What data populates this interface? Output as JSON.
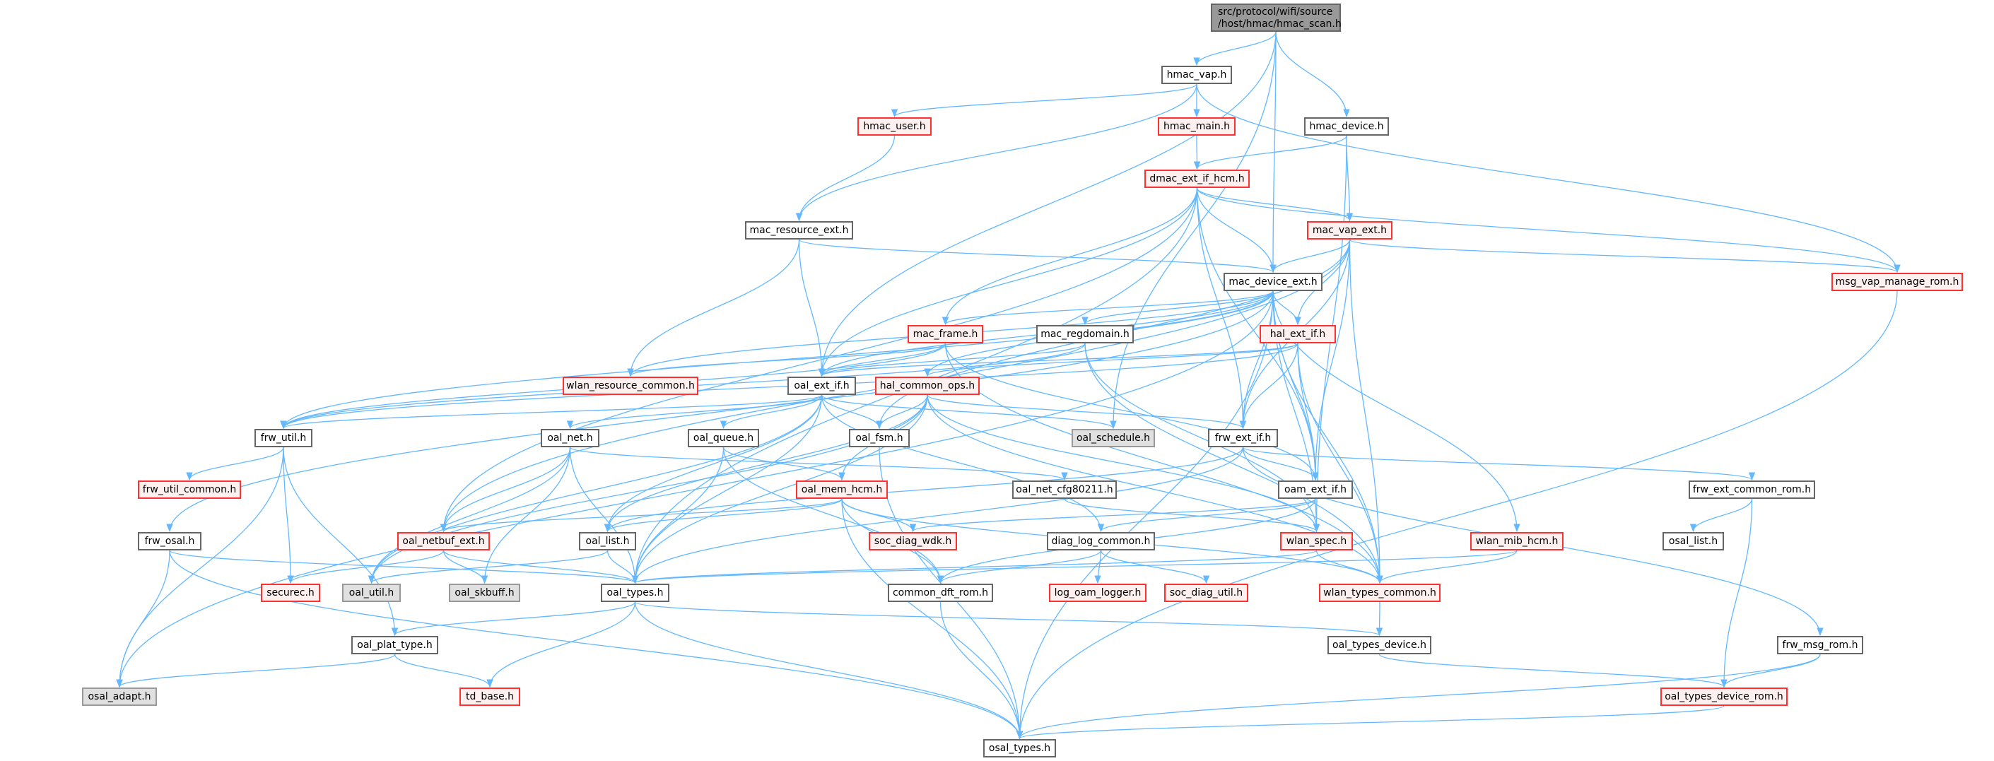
{
  "graph": {
    "colors": {
      "edge": "#63b8ff",
      "red_border": "#ff3030",
      "red_fill": "#fff0f0",
      "gray_fill": "#e0e0e0",
      "root_fill": "#999999",
      "border": "#666666"
    },
    "root": {
      "line1": "src/protocol/wifi/source",
      "line2": "/host/hmac/hmac_scan.h"
    },
    "nodes": [
      {
        "id": "hmac_vap",
        "label": "hmac_vap.h",
        "style": "normal"
      },
      {
        "id": "hmac_user",
        "label": "hmac_user.h",
        "style": "red"
      },
      {
        "id": "hmac_main",
        "label": "hmac_main.h",
        "style": "red"
      },
      {
        "id": "hmac_device",
        "label": "hmac_device.h",
        "style": "normal"
      },
      {
        "id": "dmac_ext_if_hcm",
        "label": "dmac_ext_if_hcm.h",
        "style": "red"
      },
      {
        "id": "mac_resource_ext",
        "label": "mac_resource_ext.h",
        "style": "normal"
      },
      {
        "id": "mac_vap_ext",
        "label": "mac_vap_ext.h",
        "style": "red"
      },
      {
        "id": "msg_vap_manage_rom",
        "label": "msg_vap_manage_rom.h",
        "style": "red"
      },
      {
        "id": "mac_device_ext",
        "label": "mac_device_ext.h",
        "style": "normal"
      },
      {
        "id": "mac_frame",
        "label": "mac_frame.h",
        "style": "red"
      },
      {
        "id": "mac_regdomain",
        "label": "mac_regdomain.h",
        "style": "normal"
      },
      {
        "id": "hal_ext_if",
        "label": "hal_ext_if.h",
        "style": "red"
      },
      {
        "id": "wlan_resource_common",
        "label": "wlan_resource_common.h",
        "style": "red"
      },
      {
        "id": "oal_ext_if",
        "label": "oal_ext_if.h",
        "style": "normal"
      },
      {
        "id": "hal_common_ops",
        "label": "hal_common_ops.h",
        "style": "red"
      },
      {
        "id": "frw_util",
        "label": "frw_util.h",
        "style": "normal"
      },
      {
        "id": "oal_net",
        "label": "oal_net.h",
        "style": "normal"
      },
      {
        "id": "oal_queue",
        "label": "oal_queue.h",
        "style": "normal"
      },
      {
        "id": "oal_fsm",
        "label": "oal_fsm.h",
        "style": "normal"
      },
      {
        "id": "oal_schedule",
        "label": "oal_schedule.h",
        "style": "gray"
      },
      {
        "id": "frw_ext_if",
        "label": "frw_ext_if.h",
        "style": "normal"
      },
      {
        "id": "frw_util_common",
        "label": "frw_util_common.h",
        "style": "red"
      },
      {
        "id": "oal_mem_hcm",
        "label": "oal_mem_hcm.h",
        "style": "red"
      },
      {
        "id": "oal_net_cfg80211",
        "label": "oal_net_cfg80211.h",
        "style": "normal"
      },
      {
        "id": "oam_ext_if",
        "label": "oam_ext_if.h",
        "style": "normal"
      },
      {
        "id": "frw_ext_common_rom",
        "label": "frw_ext_common_rom.h",
        "style": "normal"
      },
      {
        "id": "frw_osal",
        "label": "frw_osal.h",
        "style": "normal"
      },
      {
        "id": "oal_netbuf_ext",
        "label": "oal_netbuf_ext.h",
        "style": "red"
      },
      {
        "id": "oal_list",
        "label": "oal_list.h",
        "style": "normal"
      },
      {
        "id": "soc_diag_wdk",
        "label": "soc_diag_wdk.h",
        "style": "red"
      },
      {
        "id": "diag_log_common",
        "label": "diag_log_common.h",
        "style": "normal"
      },
      {
        "id": "wlan_spec",
        "label": "wlan_spec.h",
        "style": "red"
      },
      {
        "id": "wlan_mib_hcm",
        "label": "wlan_mib_hcm.h",
        "style": "red"
      },
      {
        "id": "osal_list",
        "label": "osal_list.h",
        "style": "normal"
      },
      {
        "id": "securec",
        "label": "securec.h",
        "style": "red"
      },
      {
        "id": "oal_util",
        "label": "oal_util.h",
        "style": "gray"
      },
      {
        "id": "oal_skbuff",
        "label": "oal_skbuff.h",
        "style": "gray"
      },
      {
        "id": "oal_types",
        "label": "oal_types.h",
        "style": "normal"
      },
      {
        "id": "common_dft_rom",
        "label": "common_dft_rom.h",
        "style": "normal"
      },
      {
        "id": "log_oam_logger",
        "label": "log_oam_logger.h",
        "style": "red"
      },
      {
        "id": "soc_diag_util",
        "label": "soc_diag_util.h",
        "style": "red"
      },
      {
        "id": "wlan_types_common",
        "label": "wlan_types_common.h",
        "style": "red"
      },
      {
        "id": "oal_plat_type",
        "label": "oal_plat_type.h",
        "style": "normal"
      },
      {
        "id": "oal_types_device",
        "label": "oal_types_device.h",
        "style": "normal"
      },
      {
        "id": "frw_msg_rom",
        "label": "frw_msg_rom.h",
        "style": "normal"
      },
      {
        "id": "osal_adapt",
        "label": "osal_adapt.h",
        "style": "gray"
      },
      {
        "id": "td_base",
        "label": "td_base.h",
        "style": "red"
      },
      {
        "id": "oal_types_device_rom",
        "label": "oal_types_device_rom.h",
        "style": "red"
      },
      {
        "id": "osal_types",
        "label": "osal_types.h",
        "style": "normal"
      }
    ],
    "edges": [
      [
        "root",
        "hmac_vap"
      ],
      [
        "root",
        "mac_device_ext"
      ],
      [
        "root",
        "hmac_device"
      ],
      [
        "root",
        "oal_ext_if"
      ],
      [
        "root",
        "oal_schedule"
      ],
      [
        "hmac_vap",
        "hmac_user"
      ],
      [
        "hmac_vap",
        "hmac_main"
      ],
      [
        "hmac_vap",
        "mac_resource_ext"
      ],
      [
        "hmac_vap",
        "msg_vap_manage_rom"
      ],
      [
        "hmac_user",
        "mac_resource_ext"
      ],
      [
        "hmac_main",
        "dmac_ext_if_hcm"
      ],
      [
        "hmac_device",
        "dmac_ext_if_hcm"
      ],
      [
        "hmac_device",
        "mac_vap_ext"
      ],
      [
        "hmac_device",
        "wlan_spec"
      ],
      [
        "dmac_ext_if_hcm",
        "mac_vap_ext"
      ],
      [
        "dmac_ext_if_hcm",
        "mac_device_ext"
      ],
      [
        "dmac_ext_if_hcm",
        "mac_frame"
      ],
      [
        "dmac_ext_if_hcm",
        "oal_ext_if"
      ],
      [
        "dmac_ext_if_hcm",
        "frw_ext_if"
      ],
      [
        "dmac_ext_if_hcm",
        "oal_netbuf_ext"
      ],
      [
        "dmac_ext_if_hcm",
        "oal_types"
      ],
      [
        "dmac_ext_if_hcm",
        "msg_vap_manage_rom"
      ],
      [
        "dmac_ext_if_hcm",
        "oam_ext_if"
      ],
      [
        "mac_resource_ext",
        "mac_device_ext"
      ],
      [
        "mac_resource_ext",
        "oal_ext_if"
      ],
      [
        "mac_resource_ext",
        "wlan_resource_common"
      ],
      [
        "mac_vap_ext",
        "mac_device_ext"
      ],
      [
        "mac_vap_ext",
        "hal_ext_if"
      ],
      [
        "mac_vap_ext",
        "msg_vap_manage_rom"
      ],
      [
        "mac_vap_ext",
        "oal_netbuf_ext"
      ],
      [
        "mac_vap_ext",
        "oam_ext_if"
      ],
      [
        "mac_vap_ext",
        "frw_ext_if"
      ],
      [
        "mac_vap_ext",
        "oal_fsm"
      ],
      [
        "mac_vap_ext",
        "wlan_types_common"
      ],
      [
        "msg_vap_manage_rom",
        "osal_types"
      ],
      [
        "mac_device_ext",
        "mac_frame"
      ],
      [
        "mac_device_ext",
        "mac_regdomain"
      ],
      [
        "mac_device_ext",
        "hal_ext_if"
      ],
      [
        "mac_device_ext",
        "wlan_resource_common"
      ],
      [
        "mac_device_ext",
        "oal_ext_if"
      ],
      [
        "mac_device_ext",
        "hal_common_ops"
      ],
      [
        "mac_device_ext",
        "frw_ext_if"
      ],
      [
        "mac_device_ext",
        "oam_ext_if"
      ],
      [
        "mac_device_ext",
        "wlan_spec"
      ],
      [
        "mac_device_ext",
        "wlan_mib_hcm"
      ],
      [
        "mac_device_ext",
        "wlan_types_common"
      ],
      [
        "mac_device_ext",
        "osal_adapt"
      ],
      [
        "mac_device_ext",
        "frw_util"
      ],
      [
        "mac_device_ext",
        "frw_osal"
      ],
      [
        "mac_device_ext",
        "osal_types"
      ],
      [
        "mac_frame",
        "oal_ext_if"
      ],
      [
        "mac_frame",
        "wlan_resource_common"
      ],
      [
        "mac_frame",
        "frw_util"
      ],
      [
        "mac_frame",
        "oam_ext_if"
      ],
      [
        "mac_frame",
        "wlan_types_common"
      ],
      [
        "mac_regdomain",
        "oal_ext_if"
      ],
      [
        "mac_regdomain",
        "frw_util"
      ],
      [
        "mac_regdomain",
        "wlan_spec"
      ],
      [
        "mac_regdomain",
        "wlan_types_common"
      ],
      [
        "hal_ext_if",
        "oal_ext_if"
      ],
      [
        "hal_ext_if",
        "hal_common_ops"
      ],
      [
        "hal_ext_if",
        "frw_ext_if"
      ],
      [
        "hal_ext_if",
        "oam_ext_if"
      ],
      [
        "hal_ext_if",
        "wlan_types_common"
      ],
      [
        "hal_ext_if",
        "frw_util"
      ],
      [
        "oal_ext_if",
        "frw_util"
      ],
      [
        "oal_ext_if",
        "oal_net"
      ],
      [
        "oal_ext_if",
        "oal_queue"
      ],
      [
        "oal_ext_if",
        "oal_fsm"
      ],
      [
        "oal_ext_if",
        "oal_schedule"
      ],
      [
        "oal_ext_if",
        "oal_util"
      ],
      [
        "oal_ext_if",
        "oal_types"
      ],
      [
        "oal_ext_if",
        "oal_list"
      ],
      [
        "oal_ext_if",
        "diag_log_common"
      ],
      [
        "hal_common_ops",
        "oal_fsm"
      ],
      [
        "hal_common_ops",
        "frw_ext_if"
      ],
      [
        "hal_common_ops",
        "oal_mem_hcm"
      ],
      [
        "hal_common_ops",
        "wlan_types_common"
      ],
      [
        "hal_common_ops",
        "wlan_spec"
      ],
      [
        "hal_common_ops",
        "oal_types"
      ],
      [
        "hal_common_ops",
        "oal_list"
      ],
      [
        "hal_common_ops",
        "oal_util"
      ],
      [
        "frw_util",
        "frw_util_common"
      ],
      [
        "frw_util",
        "securec"
      ],
      [
        "frw_util",
        "oal_plat_type"
      ],
      [
        "frw_util",
        "osal_adapt"
      ],
      [
        "oal_net",
        "oal_netbuf_ext"
      ],
      [
        "oal_net",
        "oal_util"
      ],
      [
        "oal_net",
        "oal_skbuff"
      ],
      [
        "oal_net",
        "oal_net_cfg80211"
      ],
      [
        "oal_net",
        "oal_types"
      ],
      [
        "oal_queue",
        "oal_mem_hcm"
      ],
      [
        "oal_queue",
        "oal_types"
      ],
      [
        "oal_queue",
        "common_dft_rom"
      ],
      [
        "oal_fsm",
        "osal_types"
      ],
      [
        "frw_ext_if",
        "oam_ext_if"
      ],
      [
        "frw_ext_if",
        "frw_ext_common_rom"
      ],
      [
        "frw_ext_if",
        "frw_msg_rom"
      ],
      [
        "frw_ext_if",
        "oal_list"
      ],
      [
        "frw_ext_if",
        "oal_types"
      ],
      [
        "oal_mem_hcm",
        "oal_netbuf_ext"
      ],
      [
        "oal_mem_hcm",
        "oal_list"
      ],
      [
        "oal_mem_hcm",
        "soc_diag_wdk"
      ],
      [
        "oal_mem_hcm",
        "common_dft_rom"
      ],
      [
        "oal_mem_hcm",
        "osal_types"
      ],
      [
        "oal_mem_hcm",
        "wlan_types_common"
      ],
      [
        "oal_net_cfg80211",
        "wlan_spec"
      ],
      [
        "oam_ext_if",
        "diag_log_common"
      ],
      [
        "oam_ext_if",
        "soc_diag_wdk"
      ],
      [
        "oam_ext_if",
        "common_dft_rom"
      ],
      [
        "frw_ext_common_rom",
        "osal_list"
      ],
      [
        "frw_ext_common_rom",
        "oal_types_device_rom"
      ],
      [
        "frw_osal",
        "oal_types"
      ],
      [
        "frw_osal",
        "osal_adapt"
      ],
      [
        "frw_osal",
        "osal_types"
      ],
      [
        "oal_netbuf_ext",
        "securec"
      ],
      [
        "oal_netbuf_ext",
        "oal_skbuff"
      ],
      [
        "oal_netbuf_ext",
        "oal_types"
      ],
      [
        "oal_list",
        "oal_util"
      ],
      [
        "oal_list",
        "oal_types"
      ],
      [
        "diag_log_common",
        "common_dft_rom"
      ],
      [
        "diag_log_common",
        "log_oam_logger"
      ],
      [
        "diag_log_common",
        "soc_diag_util"
      ],
      [
        "wlan_spec",
        "oal_types"
      ],
      [
        "wlan_spec",
        "wlan_types_common"
      ],
      [
        "wlan_mib_hcm",
        "wlan_types_common"
      ],
      [
        "wlan_mib_hcm",
        "oal_types"
      ],
      [
        "oal_types",
        "oal_plat_type"
      ],
      [
        "oal_types",
        "td_base"
      ],
      [
        "oal_types",
        "osal_types"
      ],
      [
        "oal_types",
        "oal_types_device"
      ],
      [
        "common_dft_rom",
        "osal_types"
      ],
      [
        "wlan_types_common",
        "oal_types_device"
      ],
      [
        "oal_types_device",
        "oal_types_device_rom"
      ],
      [
        "frw_msg_rom",
        "oal_types_device_rom"
      ],
      [
        "frw_msg_rom",
        "osal_types"
      ],
      [
        "oal_plat_type",
        "osal_adapt"
      ],
      [
        "oal_plat_type",
        "td_base"
      ],
      [
        "oal_types_device_rom",
        "osal_types"
      ]
    ]
  }
}
